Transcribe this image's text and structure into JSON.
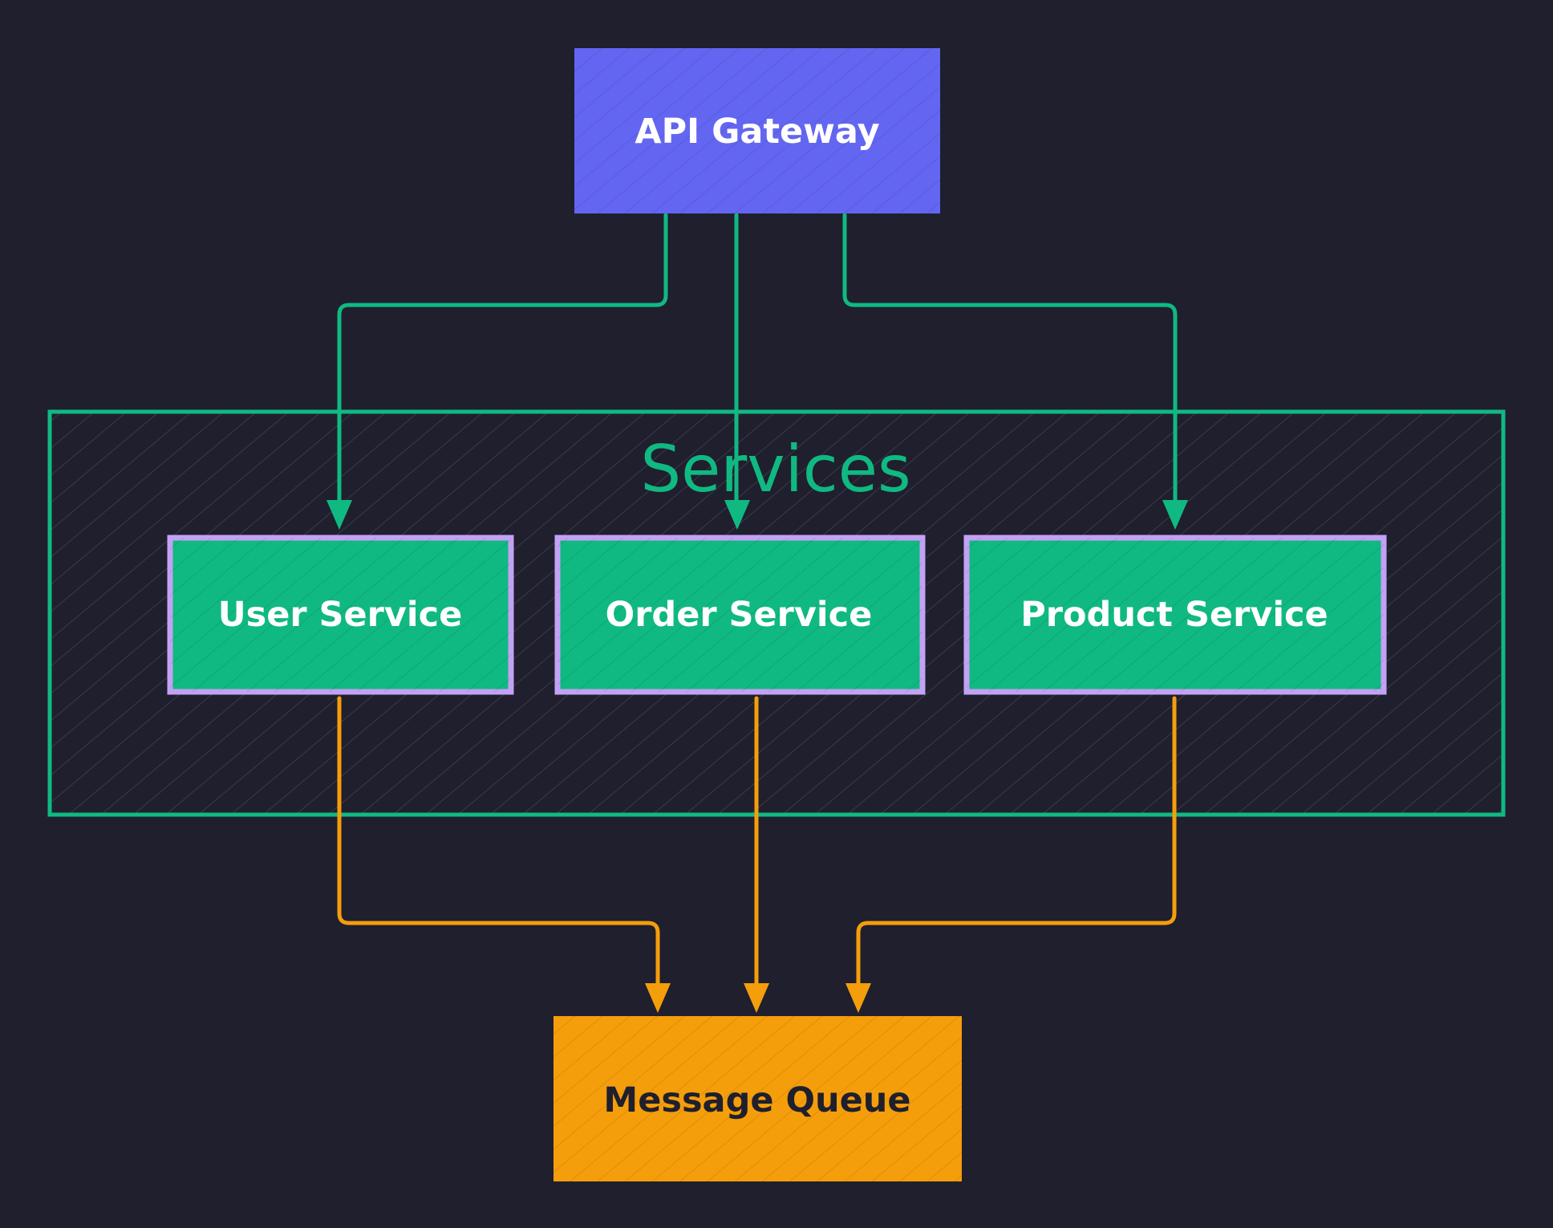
{
  "colors": {
    "background": "#1f1f2e",
    "gateway_fill": "#6366f1",
    "service_fill": "#10b981",
    "service_border": "#c4a1f5",
    "group_border": "#10b981",
    "queue_fill": "#f59e0b",
    "request_edge": "#10b981",
    "event_edge": "#f59e0b",
    "text_light": "#ffffff",
    "text_dark": "#1f1f2e"
  },
  "group": {
    "label": "Services"
  },
  "nodes": {
    "gateway": {
      "label": "API Gateway"
    },
    "user_service": {
      "label": "User Service"
    },
    "order_service": {
      "label": "Order Service"
    },
    "product_service": {
      "label": "Product Service"
    },
    "queue": {
      "label": "Message Queue"
    }
  },
  "edges": [
    {
      "from": "API Gateway",
      "to": "User Service"
    },
    {
      "from": "API Gateway",
      "to": "Order Service"
    },
    {
      "from": "API Gateway",
      "to": "Product Service"
    },
    {
      "from": "User Service",
      "to": "Message Queue"
    },
    {
      "from": "Order Service",
      "to": "Message Queue"
    },
    {
      "from": "Product Service",
      "to": "Message Queue"
    }
  ]
}
